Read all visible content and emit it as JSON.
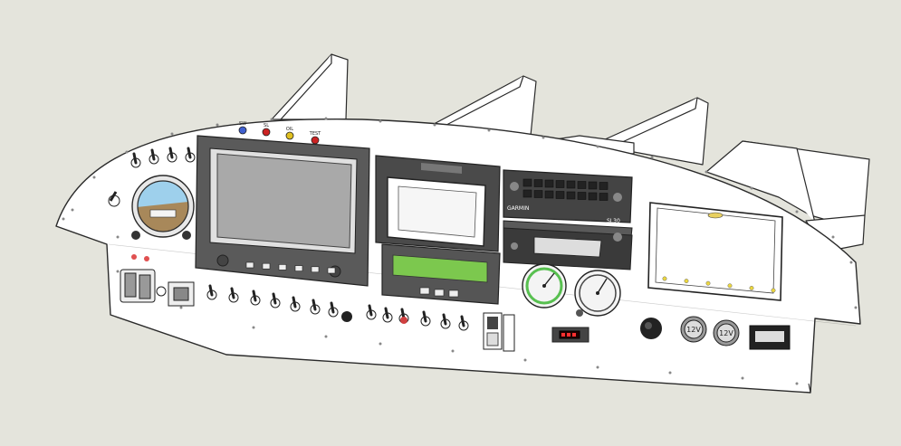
{
  "panel": {
    "annunciator_labels": [
      "SW",
      "SL",
      "OIL",
      "TEST"
    ],
    "socket_labels": [
      "12V",
      "12V"
    ],
    "radio": {
      "com_brand": "GARMIN",
      "nav_label": "SL30"
    },
    "colors": {
      "background": "#e4e4dc",
      "panel_face": "#ffffff",
      "outline": "#2a2a2a",
      "efis_screen": "#a9a9a9",
      "ems_screen": "#7cc84e",
      "attitude_sky": "#9ed0ec",
      "attitude_ground": "#a8885a",
      "airspeed_arc": "#58c050",
      "annunciator_red": "#cc2222",
      "annunciator_yellow": "#e0c020",
      "annunciator_blue": "#4060d0",
      "indicator_yellow": "#ecd740",
      "hobbs_red": "#ff3030"
    },
    "icons": [
      "toggle-switch-icon",
      "push-knob-icon",
      "rocker-switch-icon",
      "circuit-breaker-icon",
      "key-switch-icon",
      "access-lock-icon"
    ]
  }
}
